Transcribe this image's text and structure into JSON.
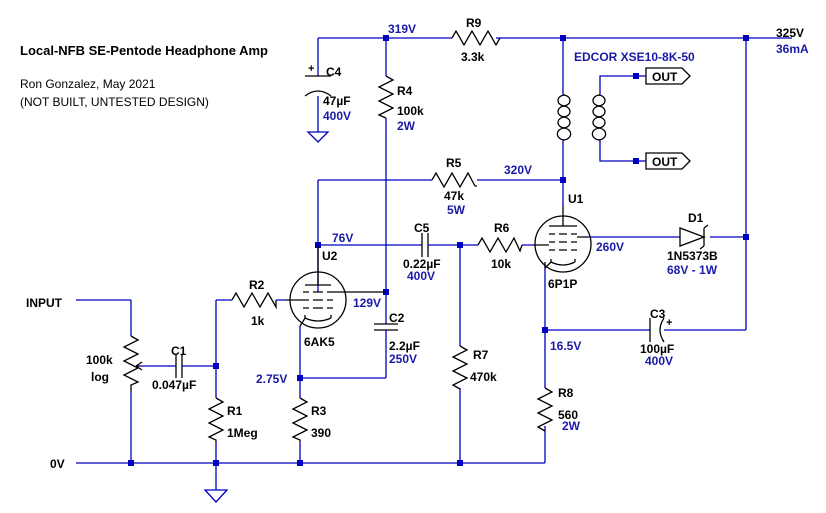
{
  "header": {
    "title": "Local-NFB SE-Pentode Headphone Amp",
    "author": "Ron Gonzalez, May 2021",
    "status": "(NOT BUILT, UNTESTED DESIGN)"
  },
  "nets": {
    "input": "INPUT",
    "ground": "0V",
    "supply_voltage": "325V",
    "supply_current": "36mA",
    "out_top": "OUT",
    "out_bottom": "OUT"
  },
  "voltages": {
    "v319": "319V",
    "v320": "320V",
    "v76": "76V",
    "v129": "129V",
    "v260": "260V",
    "v2_75": "2.75V",
    "v16_5": "16.5V"
  },
  "transformer": {
    "name": "EDCOR XSE10-8K-50"
  },
  "components": {
    "R9": {
      "ref": "R9",
      "value": "3.3k"
    },
    "C4": {
      "ref": "C4",
      "value": "47µF",
      "rating": "400V"
    },
    "R4": {
      "ref": "R4",
      "value": "100k",
      "rating": "2W"
    },
    "R5": {
      "ref": "R5",
      "value": "47k",
      "rating": "5W"
    },
    "C5": {
      "ref": "C5",
      "value": "0.22µF",
      "rating": "400V"
    },
    "R6": {
      "ref": "R6",
      "value": "10k"
    },
    "U1": {
      "ref": "U1",
      "type": "6P1P"
    },
    "D1": {
      "ref": "D1",
      "type": "1N5373B",
      "rating": "68V - 1W"
    },
    "U2": {
      "ref": "U2",
      "type": "6AK5"
    },
    "R2": {
      "ref": "R2",
      "value": "1k"
    },
    "C2": {
      "ref": "C2",
      "value": "2.2µF",
      "rating": "250V"
    },
    "C1": {
      "ref": "C1",
      "value": "0.047µF"
    },
    "POT": {
      "value": "100k",
      "taper": "log"
    },
    "R1": {
      "ref": "R1",
      "value": "1Meg"
    },
    "R3": {
      "ref": "R3",
      "value": "390"
    },
    "R7": {
      "ref": "R7",
      "value": "470k"
    },
    "C3": {
      "ref": "C3",
      "value": "100µF",
      "rating": "400V"
    },
    "R8": {
      "ref": "R8",
      "value": "560",
      "rating": "2W"
    }
  }
}
